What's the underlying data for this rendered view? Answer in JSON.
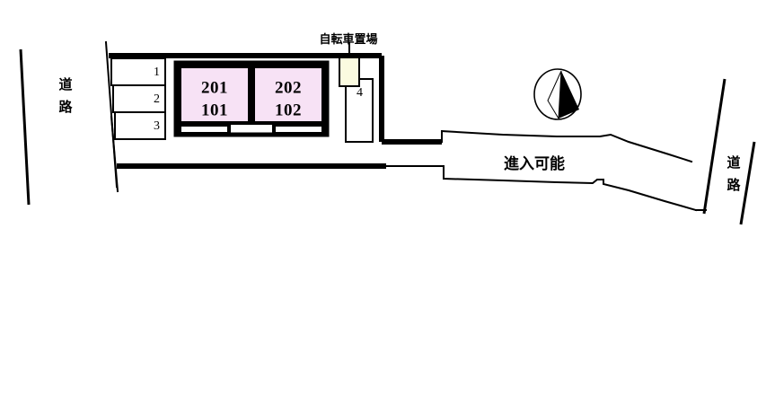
{
  "plan": {
    "title": "apartment-site-plan",
    "colors": {
      "unit_fill": "#f7e2f5",
      "bike_fill": "#fbfbe0",
      "line": "#000000",
      "background": "#ffffff"
    },
    "units": [
      {
        "id": "unit-left",
        "upper": "201",
        "lower": "101"
      },
      {
        "id": "unit-right",
        "upper": "202",
        "lower": "102"
      }
    ],
    "parking_stalls": [
      {
        "id": "stall-1",
        "label": "1"
      },
      {
        "id": "stall-2",
        "label": "2"
      },
      {
        "id": "stall-3",
        "label": "3"
      },
      {
        "id": "stall-4",
        "label": "4"
      }
    ],
    "annotations": {
      "bike_parking": "自転車置場",
      "driveway": "進入可能",
      "road_left": "道路",
      "road_right": "道路"
    },
    "compass": {
      "name": "north-arrow",
      "direction": "north"
    }
  }
}
